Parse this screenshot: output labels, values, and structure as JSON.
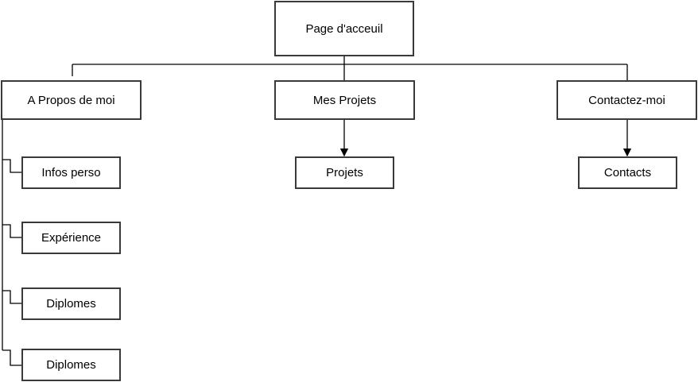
{
  "diagram": {
    "root": {
      "label": "Page d'acceuil"
    },
    "sections": [
      {
        "label": "A Propos de moi",
        "children": [
          "Infos perso",
          "Expérience",
          "Diplomes",
          "Diplomes"
        ]
      },
      {
        "label": "Mes Projets",
        "children": [
          "Projets"
        ]
      },
      {
        "label": "Contactez-moi",
        "children": [
          "Contacts"
        ]
      }
    ],
    "colors": {
      "line": "#000000",
      "border": "#3a3a3a",
      "background": "#ffffff",
      "text": "#000000"
    }
  }
}
